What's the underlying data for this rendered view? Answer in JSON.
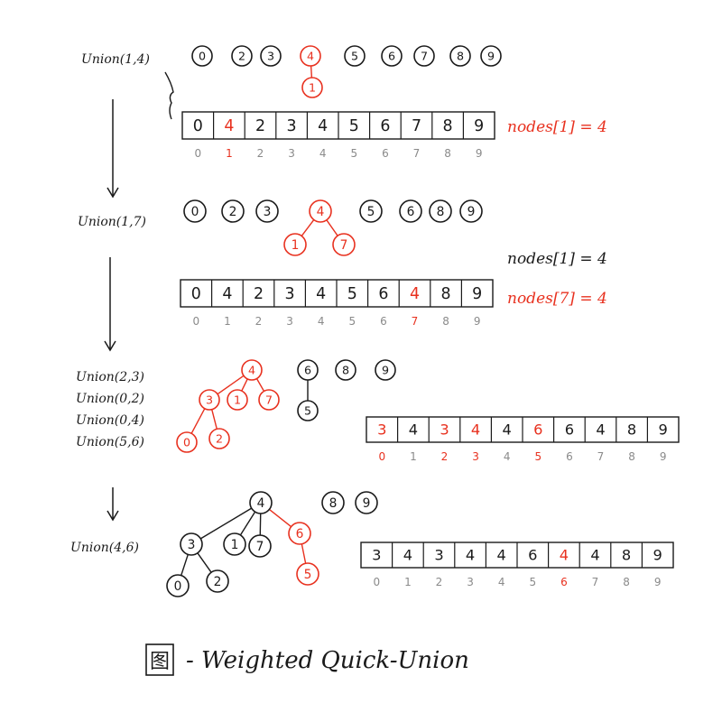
{
  "colors": {
    "ink": "#1a1a1a",
    "highlight": "#e8311f",
    "muted": "#8a8a8a"
  },
  "steps": [
    {
      "ops": [
        "Union(1,4)"
      ],
      "trees": [
        {
          "value": "0"
        },
        {
          "value": "2"
        },
        {
          "value": "3"
        },
        {
          "value": "4",
          "highlight": true,
          "children": [
            {
              "value": "1",
              "highlight": true
            }
          ]
        },
        {
          "value": "5"
        },
        {
          "value": "6"
        },
        {
          "value": "7"
        },
        {
          "value": "8"
        },
        {
          "value": "9"
        }
      ],
      "array": [
        "0",
        "4",
        "2",
        "3",
        "4",
        "5",
        "6",
        "7",
        "8",
        "9"
      ],
      "array_highlight": [
        1
      ],
      "index_highlight": [
        1
      ],
      "notes": [
        {
          "text": "nodes[1] = 4",
          "highlight": true
        }
      ]
    },
    {
      "ops": [
        "Union(1,7)"
      ],
      "trees": [
        {
          "value": "0"
        },
        {
          "value": "2"
        },
        {
          "value": "3"
        },
        {
          "value": "4",
          "highlight": true,
          "children": [
            {
              "value": "1",
              "highlight": true
            },
            {
              "value": "7",
              "highlight": true
            }
          ]
        },
        {
          "value": "5"
        },
        {
          "value": "6"
        },
        {
          "value": "8"
        },
        {
          "value": "9"
        }
      ],
      "array": [
        "0",
        "4",
        "2",
        "3",
        "4",
        "5",
        "6",
        "4",
        "8",
        "9"
      ],
      "array_highlight": [
        7
      ],
      "index_highlight": [
        7
      ],
      "notes": [
        {
          "text": "nodes[1] = 4",
          "highlight": false
        },
        {
          "text": "nodes[7] = 4",
          "highlight": true
        }
      ]
    },
    {
      "ops": [
        "Union(2,3)",
        "Union(0,2)",
        "Union(0,4)",
        "Union(5,6)"
      ],
      "trees": [
        {
          "value": "4",
          "highlight": true,
          "children": [
            {
              "value": "3",
              "highlight": true,
              "children": [
                {
                  "value": "0",
                  "highlight": true
                },
                {
                  "value": "2",
                  "highlight": true
                }
              ]
            },
            {
              "value": "1",
              "highlight": true
            },
            {
              "value": "7",
              "highlight": true
            }
          ]
        },
        {
          "value": "6",
          "children": [
            {
              "value": "5"
            }
          ]
        },
        {
          "value": "8"
        },
        {
          "value": "9"
        }
      ],
      "array": [
        "3",
        "4",
        "3",
        "4",
        "4",
        "6",
        "6",
        "4",
        "8",
        "9"
      ],
      "array_highlight": [
        0,
        2,
        3,
        5
      ],
      "index_highlight": [
        0,
        2,
        3,
        5
      ],
      "notes": []
    },
    {
      "ops": [
        "Union(4,6)"
      ],
      "trees": [
        {
          "value": "4",
          "children": [
            {
              "value": "3",
              "children": [
                {
                  "value": "0"
                },
                {
                  "value": "2"
                }
              ]
            },
            {
              "value": "1"
            },
            {
              "value": "7"
            },
            {
              "value": "6",
              "highlight": true,
              "children": [
                {
                  "value": "5",
                  "highlight": true
                }
              ]
            }
          ]
        },
        {
          "value": "8"
        },
        {
          "value": "9"
        }
      ],
      "array": [
        "3",
        "4",
        "3",
        "4",
        "4",
        "6",
        "4",
        "4",
        "8",
        "9"
      ],
      "array_highlight": [
        6
      ],
      "index_highlight": [
        6
      ],
      "notes": []
    }
  ],
  "index_labels": [
    "0",
    "1",
    "2",
    "3",
    "4",
    "5",
    "6",
    "7",
    "8",
    "9"
  ],
  "caption": {
    "glyph": "图",
    "text": "- Weighted Quick-Union"
  }
}
